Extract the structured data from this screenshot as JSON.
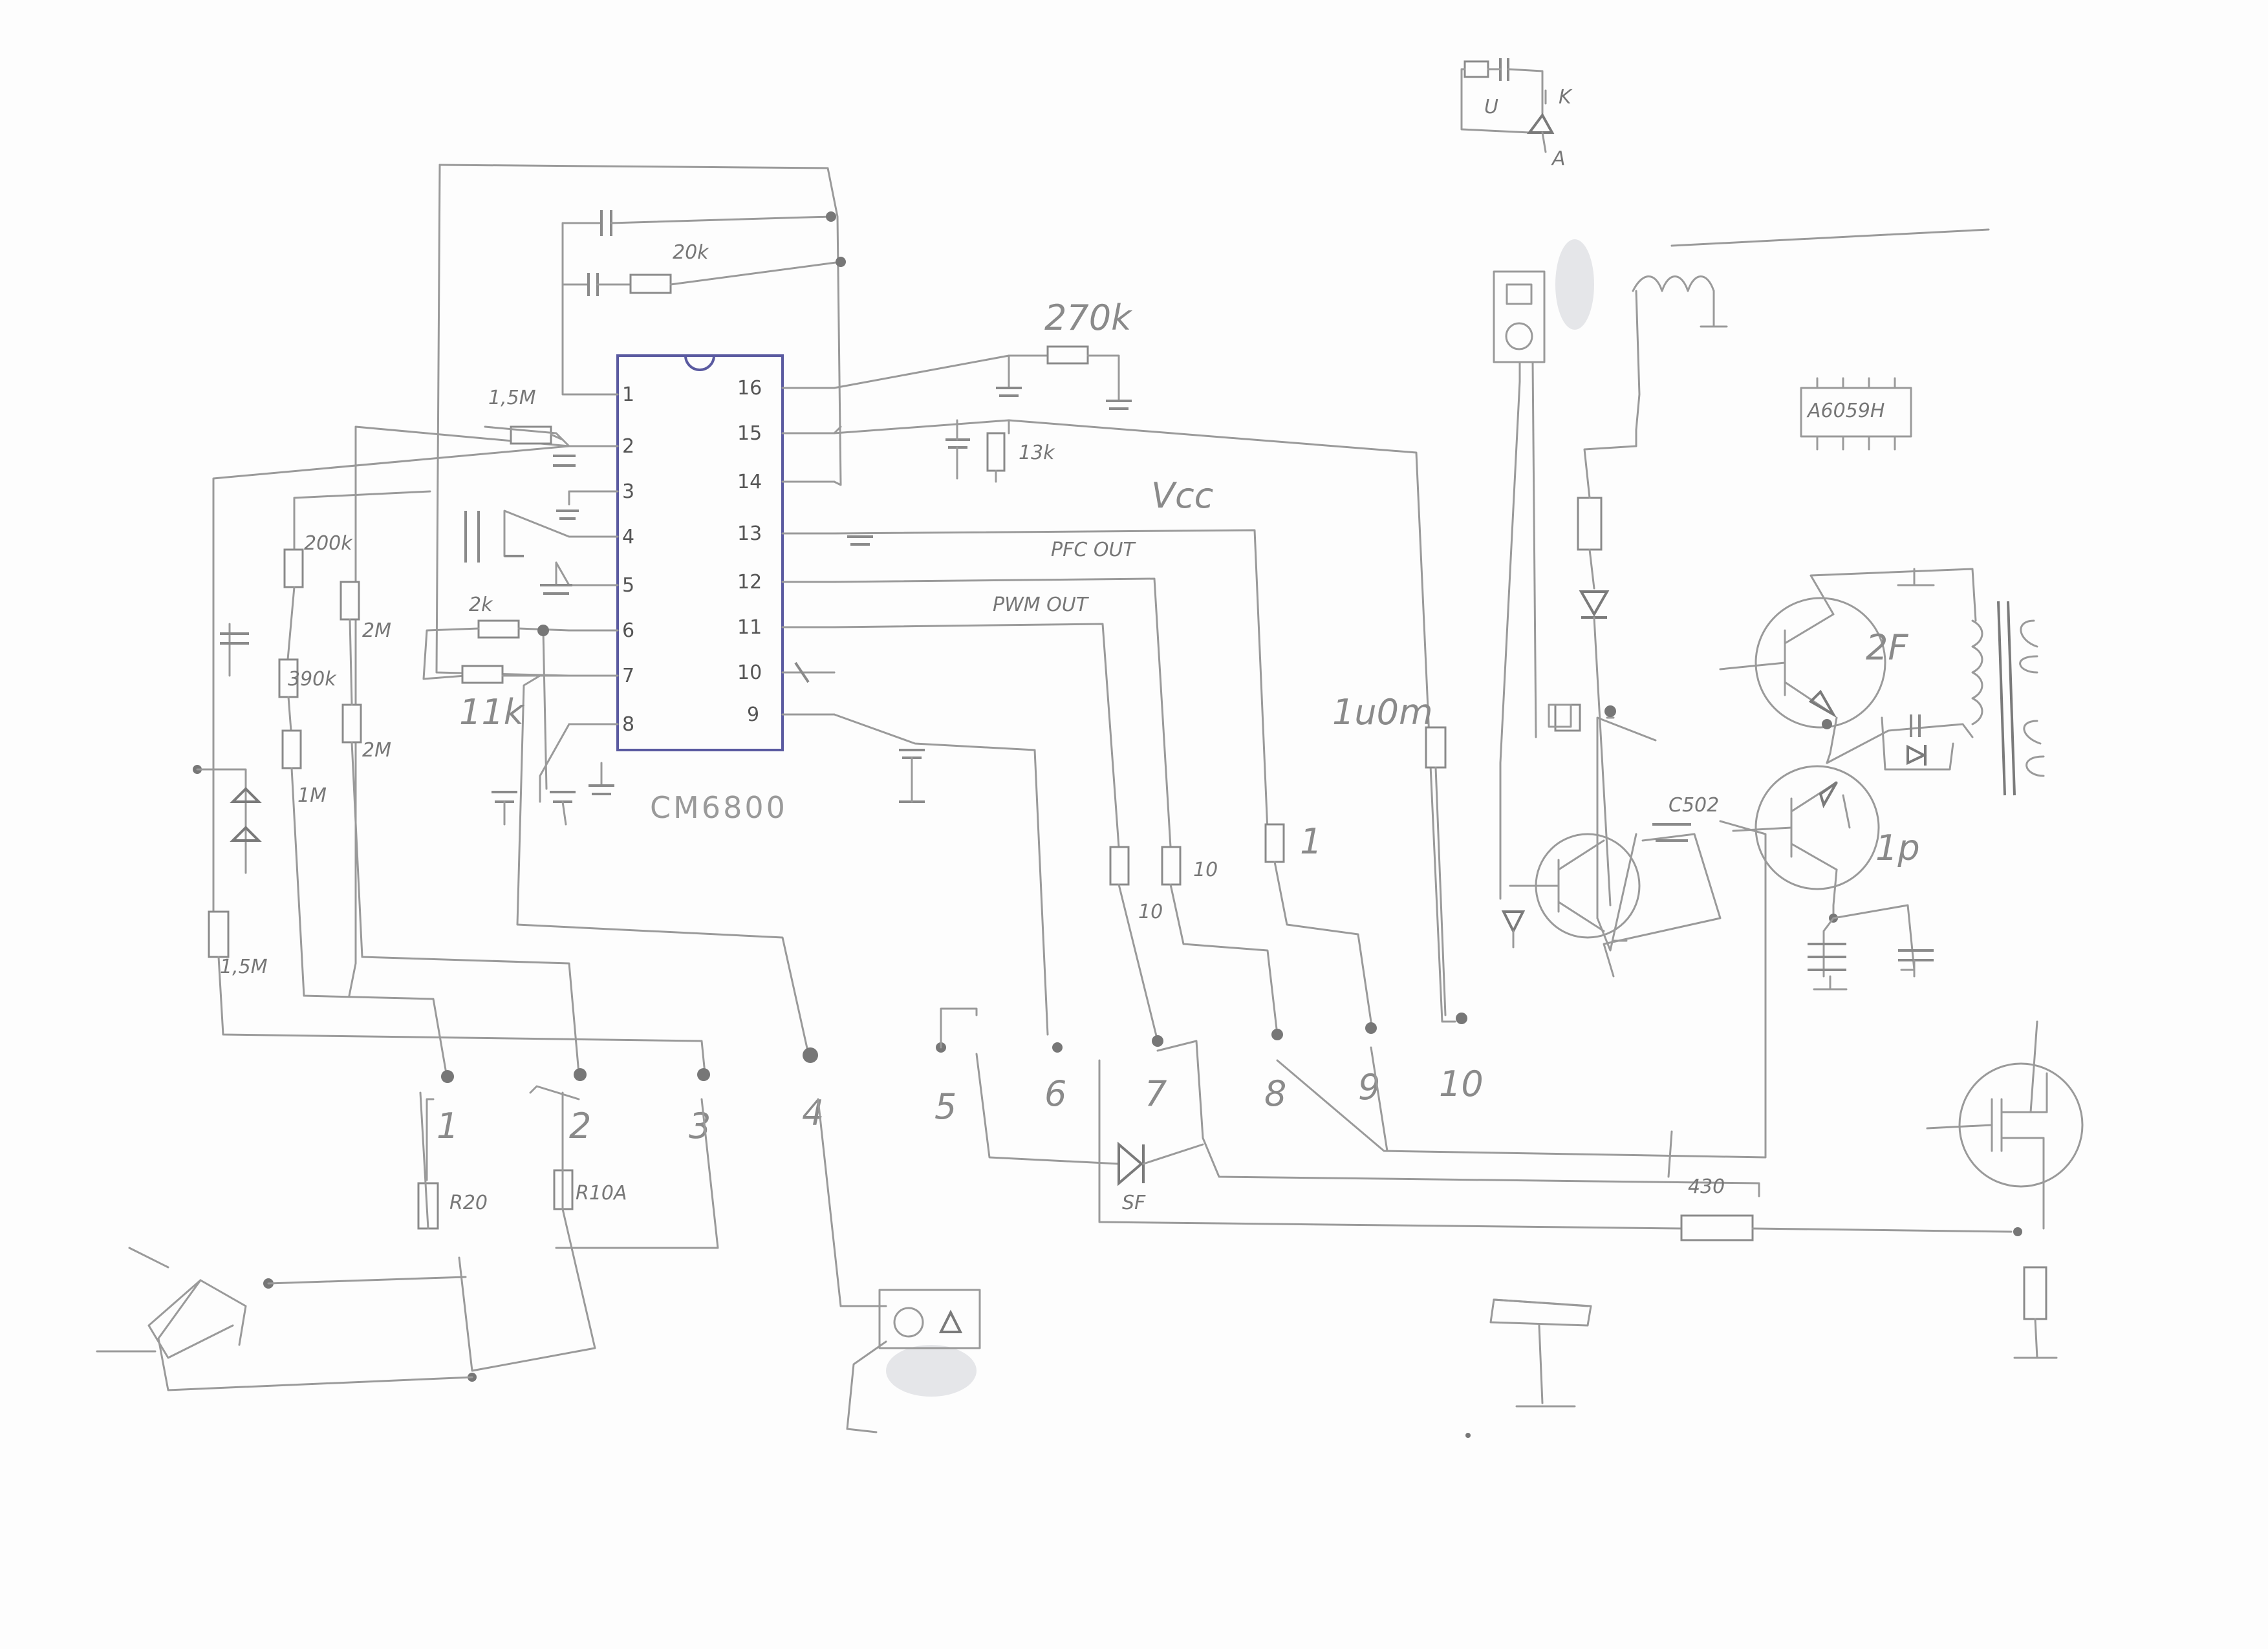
{
  "ic": {
    "name": "CM6800",
    "pins_left": [
      "1",
      "2",
      "3",
      "4",
      "5",
      "6",
      "7",
      "8"
    ],
    "pins_right": [
      "16",
      "15",
      "14",
      "13",
      "12",
      "11",
      "10",
      "9"
    ]
  },
  "labels": {
    "r_20k": "20k",
    "r_270k": "270k",
    "r_13k": "13k",
    "r_15m": "1,5M",
    "r_200k": "200k",
    "r_2m_a": "2M",
    "r_390k": "390k",
    "r_2m_b": "2M",
    "r_2k": "2k",
    "r_11k": "11k",
    "r_1m": "1M",
    "r_15m_b": "1,5M",
    "vcc": "Vcc",
    "pfc_out": "PFC OUT",
    "pwm_out": "PWM OUT",
    "r_1u": "1u0m",
    "r_10a": "10",
    "r_10b": "10",
    "r_1": "1",
    "c502": "C502",
    "q_2f": "2F",
    "q_1p": "1p",
    "chip2": "A6059H",
    "diode_sf": "SF",
    "r_430": "430",
    "r_r20": "R20",
    "r_r10a": "R10A",
    "kd_k": "K",
    "kd_a": "A",
    "kd_u": "U"
  },
  "connector_pins": [
    "1",
    "2",
    "3",
    "4",
    "5",
    "6",
    "7",
    "8",
    "9",
    "10"
  ]
}
